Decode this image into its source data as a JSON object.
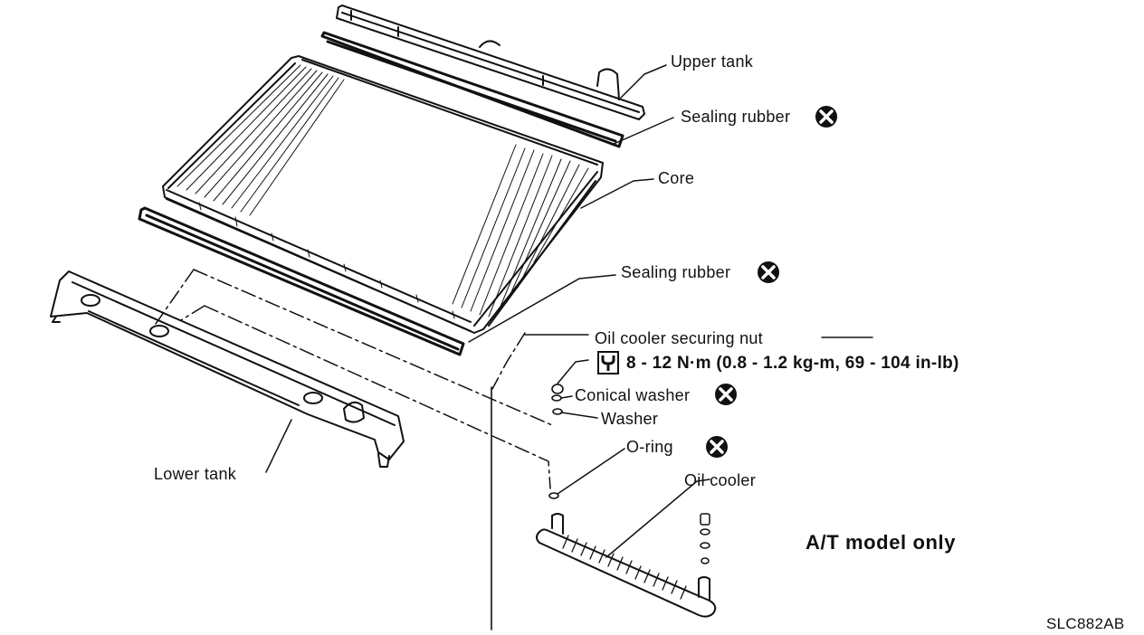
{
  "labels": {
    "upper_tank": "Upper tank",
    "sealing_rubber_upper": "Sealing rubber",
    "core": "Core",
    "sealing_rubber_lower": "Sealing rubber",
    "oil_cooler_nut": "Oil cooler securing nut",
    "torque_spec": "8 - 12 N·m (0.8 - 1.2 kg-m, 69 - 104 in-lb)",
    "conical_washer": "Conical washer",
    "washer": "Washer",
    "o_ring": "O-ring",
    "oil_cooler": "Oil cooler",
    "lower_tank": "Lower tank",
    "model_note": "A/T model only",
    "figure_code": "SLC882AB"
  },
  "icons": {
    "replace": "circled-x-icon",
    "torque": "wrench-icon"
  }
}
